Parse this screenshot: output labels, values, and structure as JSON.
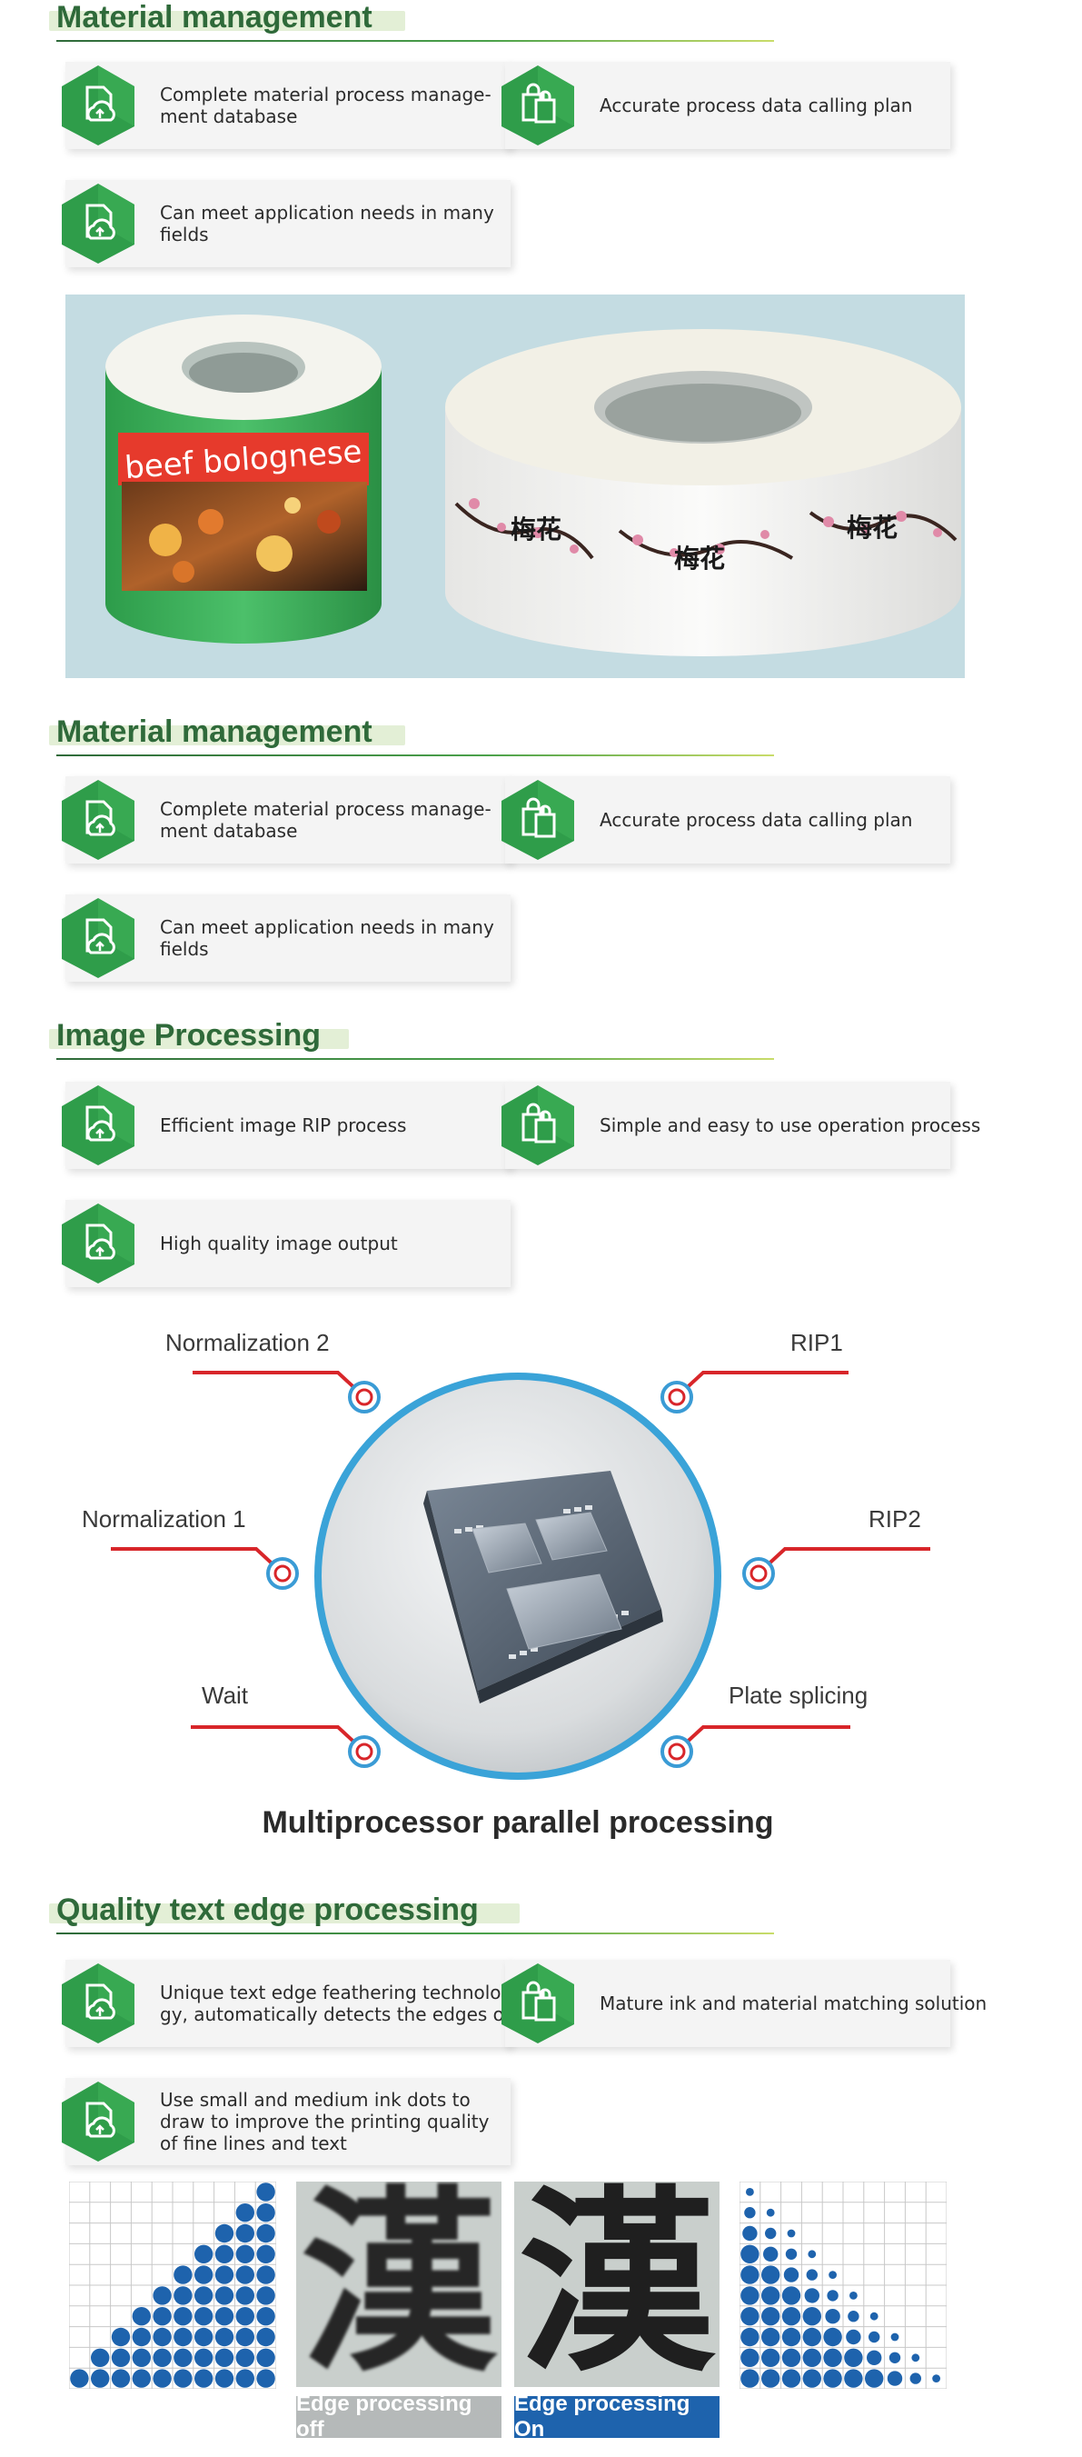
{
  "sections": [
    {
      "title": "Material management",
      "items": [
        {
          "text": "Complete material process manage-\nment database",
          "icon": "document-cloud-icon"
        },
        {
          "text": "Accurate process data calling plan",
          "icon": "shopping-bags-icon"
        },
        {
          "text": "Can meet application needs in many\nfields",
          "icon": "document-cloud-icon"
        }
      ]
    },
    {
      "title": "Material management",
      "items": [
        {
          "text": "Complete material process manage-\nment database",
          "icon": "document-cloud-icon"
        },
        {
          "text": "Accurate process data calling plan",
          "icon": "shopping-bags-icon"
        },
        {
          "text": "Can meet application needs in many\nfields",
          "icon": "document-cloud-icon"
        }
      ]
    },
    {
      "title": "Image Processing",
      "items": [
        {
          "text": "Efficient image RIP process",
          "icon": "document-cloud-icon"
        },
        {
          "text": "Simple and easy to use operation process",
          "icon": "shopping-bags-icon"
        },
        {
          "text": "High quality image output",
          "icon": "document-cloud-icon"
        }
      ]
    },
    {
      "title": "Quality text edge processing",
      "items": [
        {
          "text": "Unique text edge feathering technolo-\ngy, automatically detects the edges of",
          "icon": "document-cloud-icon"
        },
        {
          "text": "Mature ink and material matching solution",
          "icon": "shopping-bags-icon"
        },
        {
          "text": "Use small and medium ink dots to\ndraw to improve the printing quality\nof fine lines and text",
          "icon": "document-cloud-icon"
        }
      ]
    }
  ],
  "reel_image": {
    "left_reel_label": "beef bolognese",
    "right_reel_label": "梅花"
  },
  "processor_diagram": {
    "labels": [
      "Normalization 2",
      "RIP1",
      "Normalization 1",
      "RIP2",
      "Wait",
      "Plate splicing"
    ],
    "caption": "Multiprocessor parallel processing"
  },
  "edge_processing": {
    "character": "漢",
    "off_label": "Edge processing off",
    "on_label": "Edge processing On"
  },
  "colors": {
    "heading": "#2f6a3a",
    "hex_icon": "#2f9d4a",
    "callout_line": "#d8262a",
    "callout_ring": "#3a9bd5",
    "dot_blue": "#1e63ad",
    "edge_off_btn": "#b5b9b9",
    "edge_on_btn": "#1e63ad"
  }
}
